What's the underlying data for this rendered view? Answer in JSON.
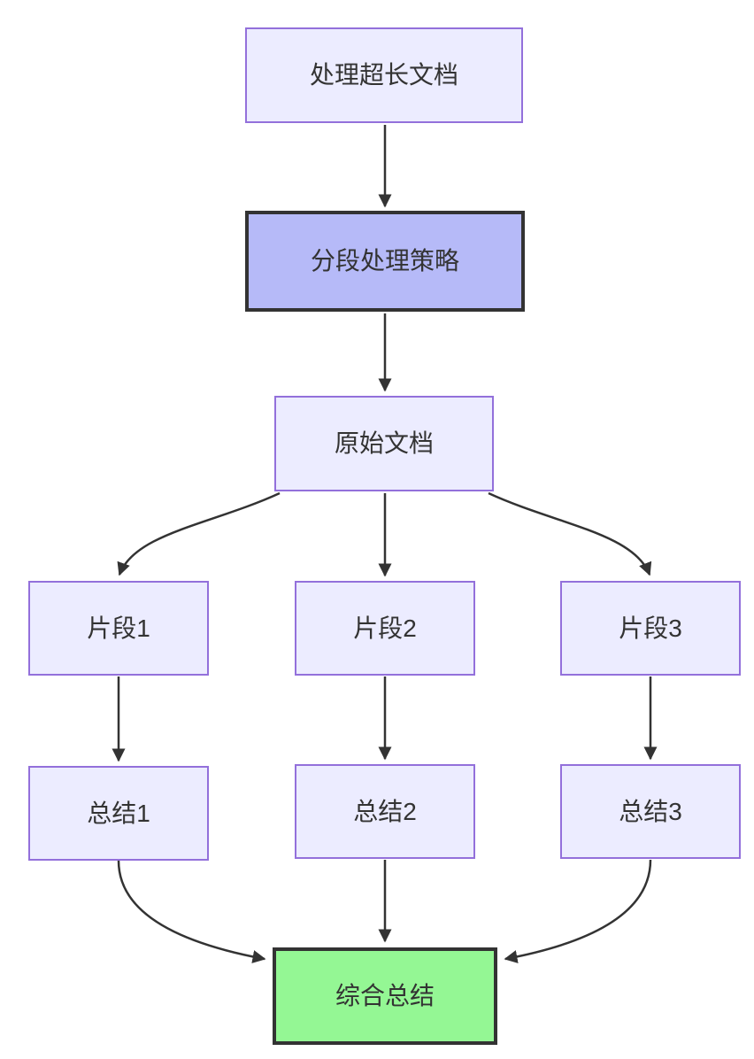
{
  "diagram": {
    "type": "flowchart",
    "direction": "top-down",
    "nodes": {
      "process_long_doc": {
        "label": "处理超长文档",
        "style": "default"
      },
      "segment_strategy": {
        "label": "分段处理策略",
        "style": "highlight-purple"
      },
      "original_doc": {
        "label": "原始文档",
        "style": "default"
      },
      "fragment1": {
        "label": "片段1",
        "style": "default"
      },
      "fragment2": {
        "label": "片段2",
        "style": "default"
      },
      "fragment3": {
        "label": "片段3",
        "style": "default"
      },
      "summary1": {
        "label": "总结1",
        "style": "default"
      },
      "summary2": {
        "label": "总结2",
        "style": "default"
      },
      "summary3": {
        "label": "总结3",
        "style": "default"
      },
      "final_summary": {
        "label": "综合总结",
        "style": "highlight-green"
      }
    },
    "edges": [
      {
        "from": "process_long_doc",
        "to": "segment_strategy"
      },
      {
        "from": "segment_strategy",
        "to": "original_doc"
      },
      {
        "from": "original_doc",
        "to": "fragment1"
      },
      {
        "from": "original_doc",
        "to": "fragment2"
      },
      {
        "from": "original_doc",
        "to": "fragment3"
      },
      {
        "from": "fragment1",
        "to": "summary1"
      },
      {
        "from": "fragment2",
        "to": "summary2"
      },
      {
        "from": "fragment3",
        "to": "summary3"
      },
      {
        "from": "summary1",
        "to": "final_summary"
      },
      {
        "from": "summary2",
        "to": "final_summary"
      },
      {
        "from": "summary3",
        "to": "final_summary"
      }
    ],
    "colors": {
      "node_fill": "#ECECFF",
      "node_border": "#9370DB",
      "highlight_purple_fill": "#b6baf8",
      "highlight_green_fill": "#94f794",
      "highlight_border": "#333333",
      "edge_color": "#333333",
      "text_color": "#333333",
      "background": "#ffffff"
    }
  }
}
